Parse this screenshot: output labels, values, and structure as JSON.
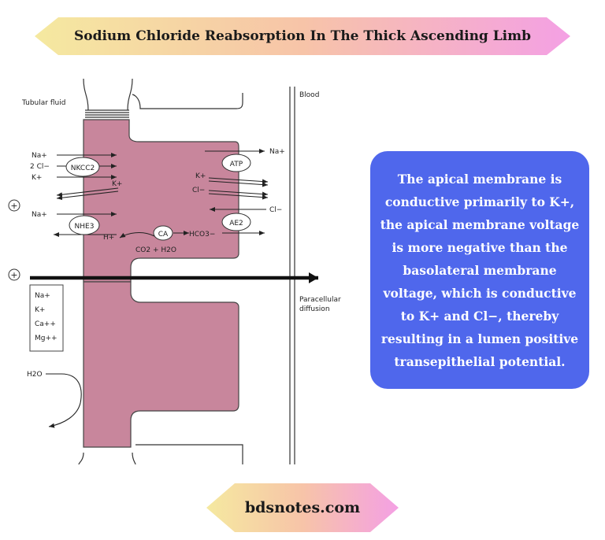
{
  "title": "Sodium Chloride Reabsorption In The Thick Ascending Limb",
  "footer": "bdsnotes.com",
  "colors": {
    "cell_fill": "#c8869c",
    "info_box": "#4f67ec",
    "banner_gradient": [
      "#f5e9a0",
      "#f7c4a8",
      "#f4a0e4"
    ]
  },
  "diagram": {
    "tubular_fluid": "Tubular fluid",
    "blood": "Blood",
    "paracellular": [
      "Paracellular",
      "diffusion"
    ],
    "transporters": {
      "nkcc2": "NKCC2",
      "atp": "ATP",
      "nhe3": "NHE3",
      "ae2": "AE2",
      "ca": "CA"
    },
    "apical_ions": [
      "Na+",
      "2 Cl−",
      "K+"
    ],
    "k_channel": "K+",
    "nhe3_na": "Na+",
    "h": "H+",
    "co2": "CO2 + H2O",
    "hco3": "HCO3−",
    "baso_na": "Na+",
    "baso_k": "K+",
    "baso_cl": "Cl−",
    "baso_cl2": "Cl−",
    "plus": "+",
    "cations": [
      "Na+",
      "K+",
      "Ca++",
      "Mg++"
    ],
    "water": "H2O"
  },
  "info": "The apical membrane is conductive primarily to K+, the apical membrane voltage is more negative than the basolateral membrane voltage, which is conductive to K+ and Cl−, thereby resulting in a lumen positive transepithelial potential."
}
